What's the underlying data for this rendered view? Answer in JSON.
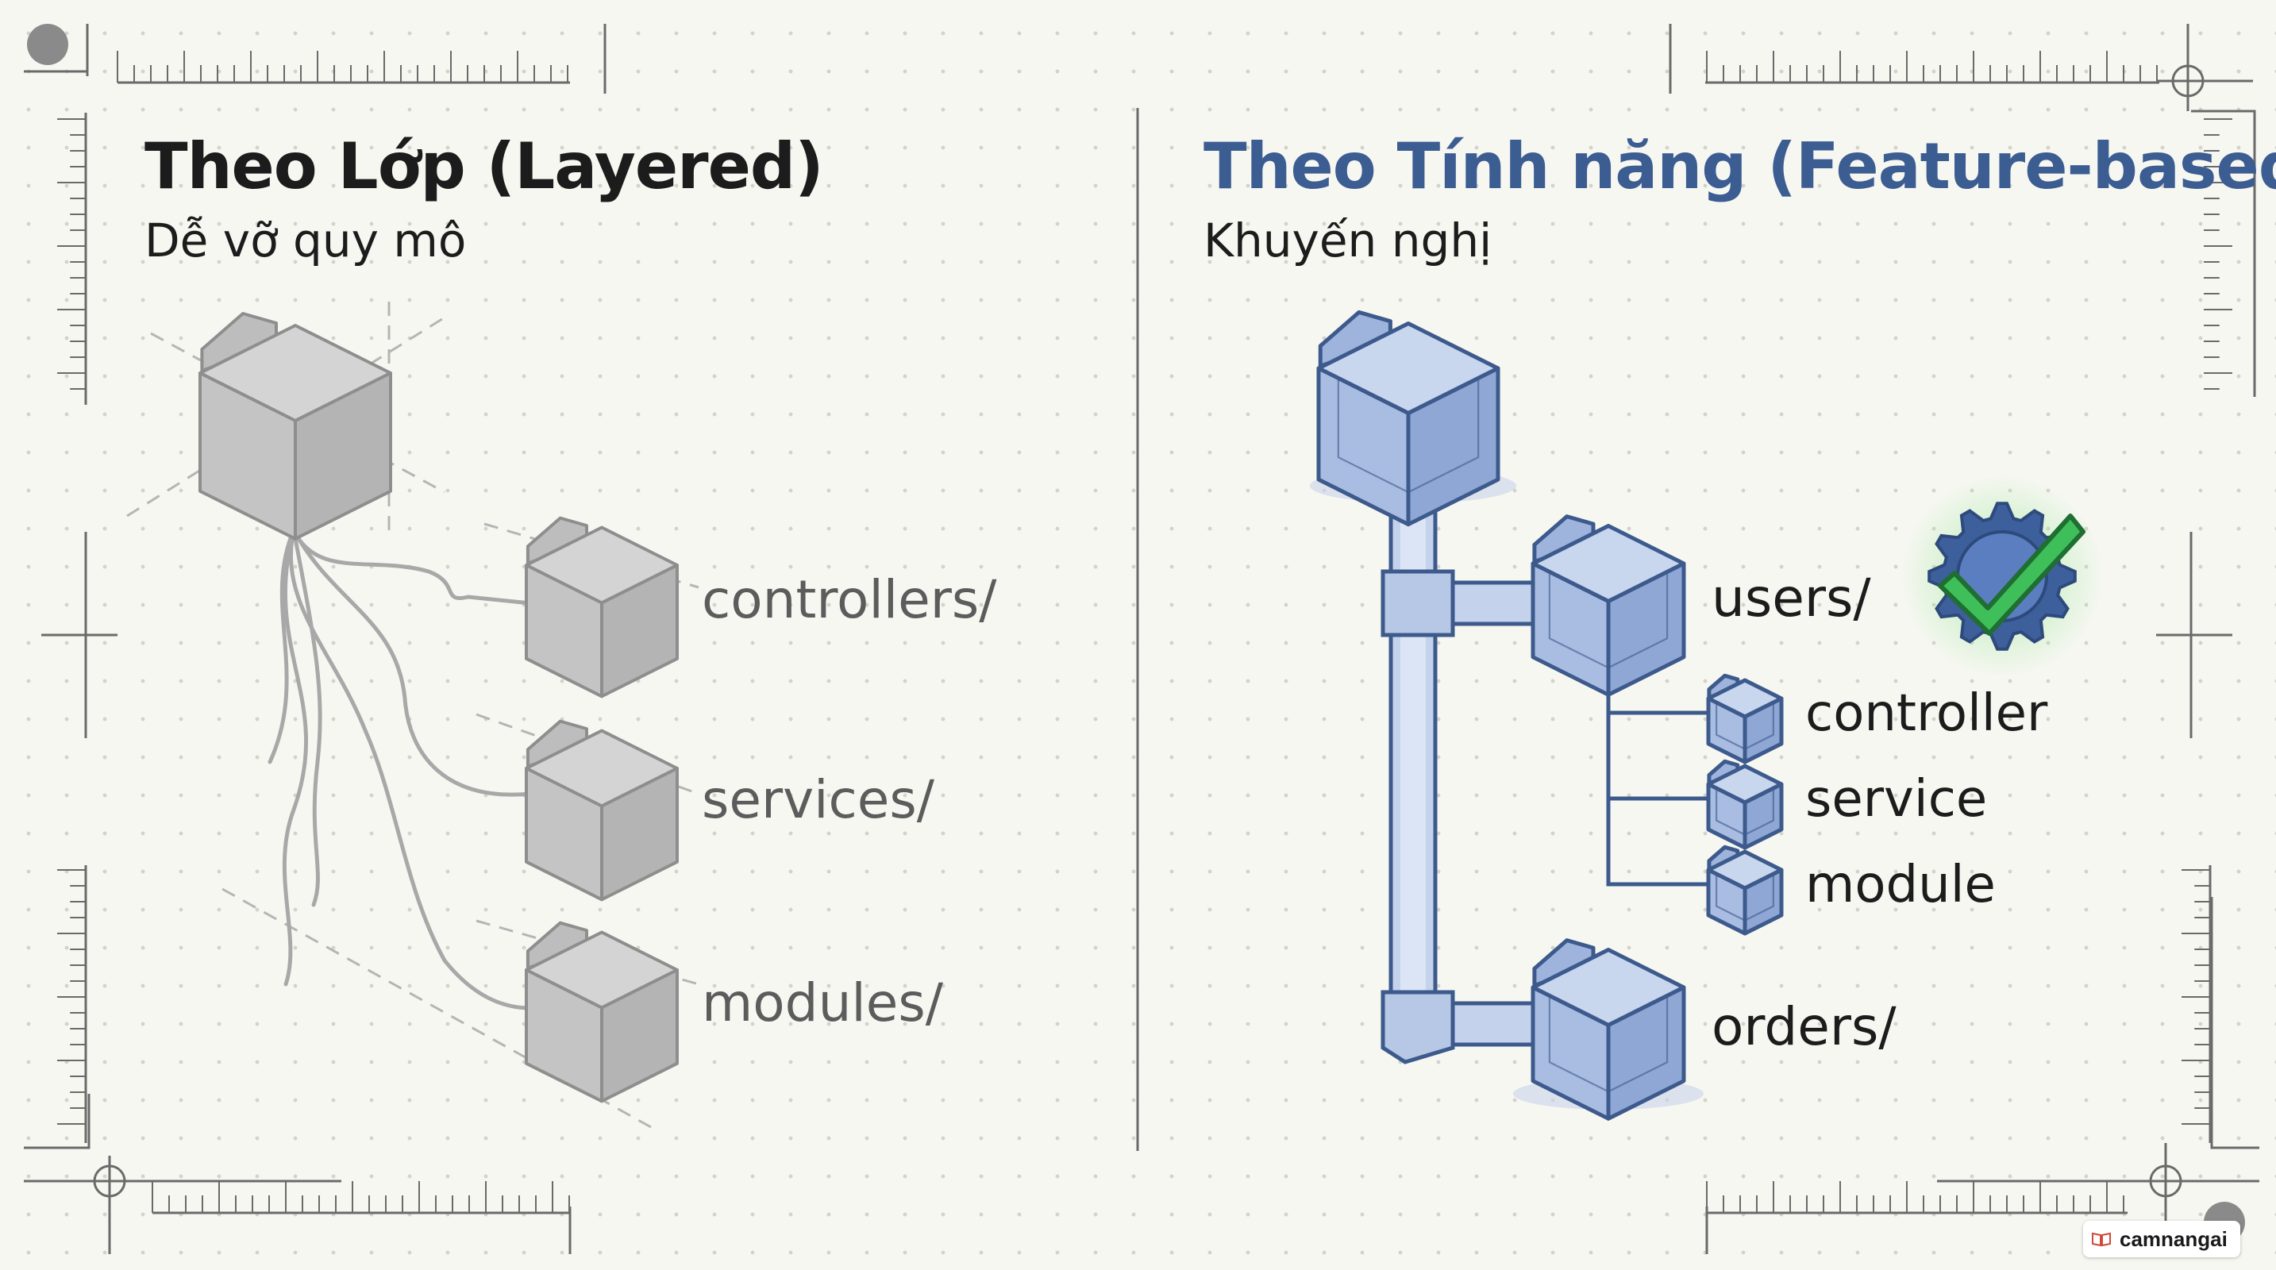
{
  "colors": {
    "background": "#f7f7f2",
    "dark_text": "#1c1c1c",
    "gray_text": "#5c5c5c",
    "blue_title": "#3c5d92",
    "gray_face": "#c8c8c8",
    "blue_face": "#b7c8e6",
    "blue_stroke": "#3d5a8c",
    "check_green": "#3fbf5a"
  },
  "left_panel": {
    "title": "Theo Lớp (Layered)",
    "subtitle": "Dễ vỡ quy mô",
    "folders": [
      {
        "label": "controllers/"
      },
      {
        "label": "services/"
      },
      {
        "label": "modules/"
      }
    ]
  },
  "right_panel": {
    "title": "Theo Tính năng (Feature-based)",
    "subtitle": "Khuyến nghị",
    "folders": [
      {
        "label": "users/",
        "badge_icon": "check-badge-icon",
        "children": [
          "controller",
          "service",
          "module"
        ]
      },
      {
        "label": "orders/"
      }
    ]
  },
  "watermark": {
    "text": "camnangai",
    "icon": "book-icon"
  }
}
